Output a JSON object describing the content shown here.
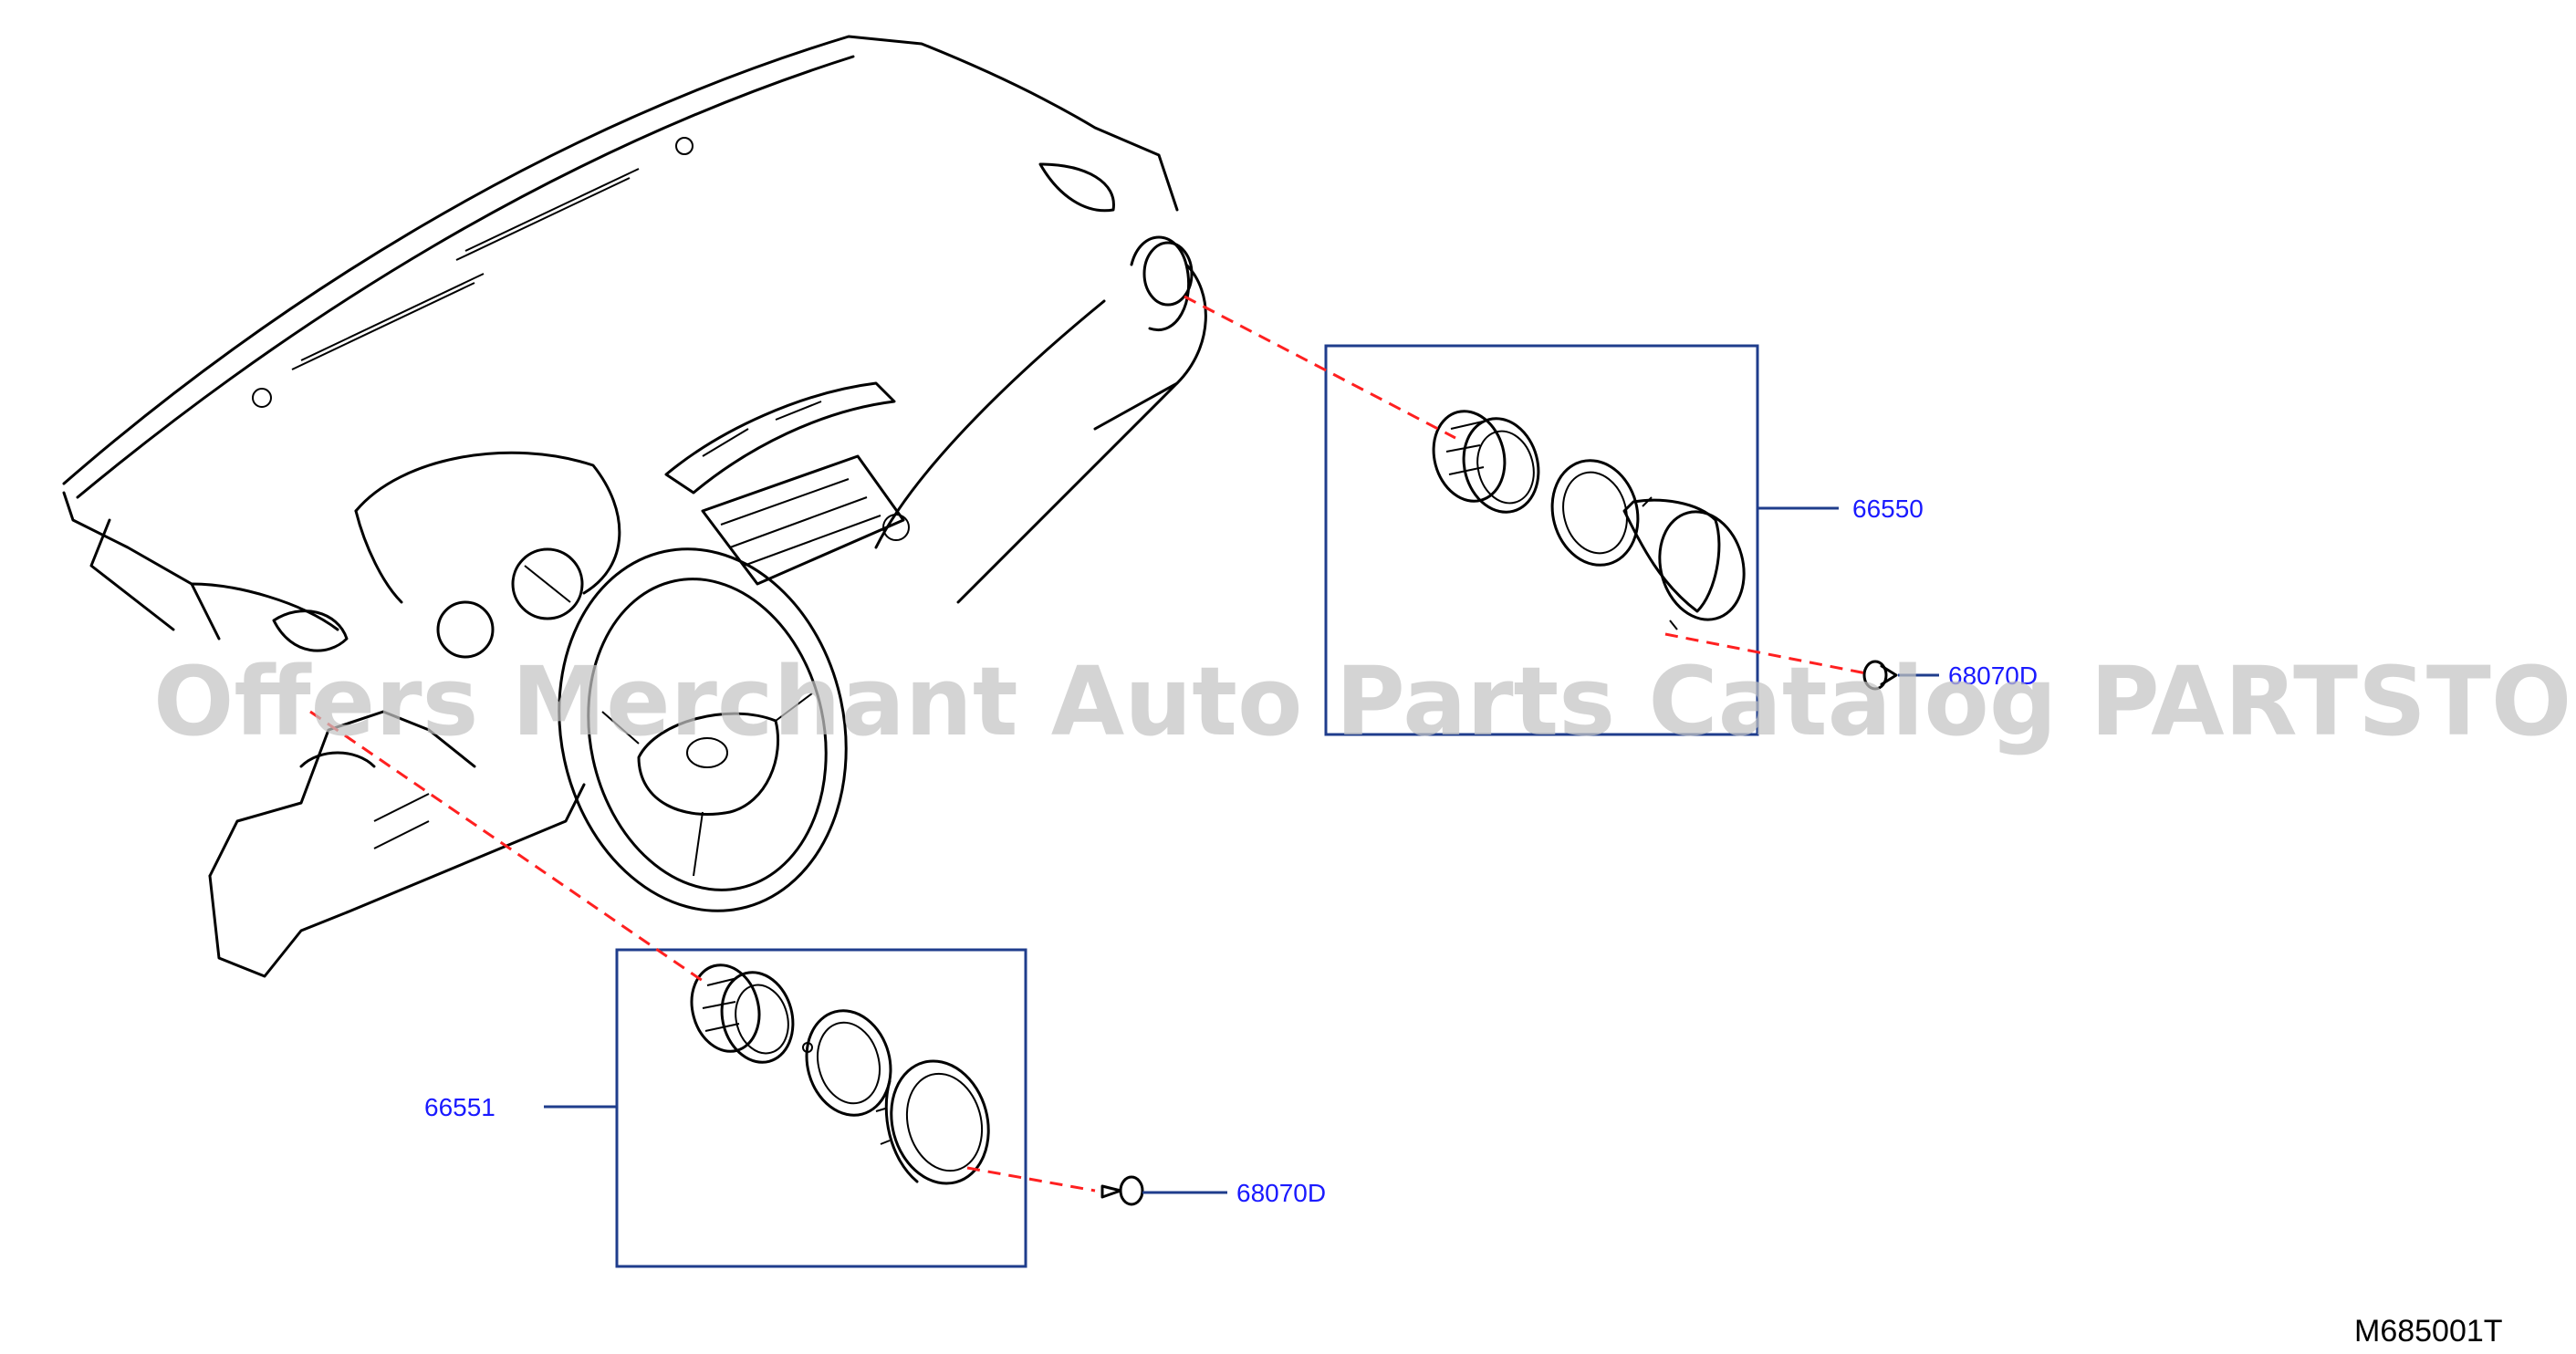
{
  "diagram_code": "M685001T",
  "watermark": "Offers Merchant Auto Parts Catalog PARTSTORE.SA",
  "callouts": {
    "upper_group": "66550",
    "upper_clip": "68070D",
    "lower_group": "66551",
    "lower_clip": "68070D"
  },
  "colors": {
    "callout_text": "#1a1aff",
    "box_border": "#1f3d8c",
    "leader_dash": "#ff2020",
    "watermark": "#c4c4c4"
  }
}
